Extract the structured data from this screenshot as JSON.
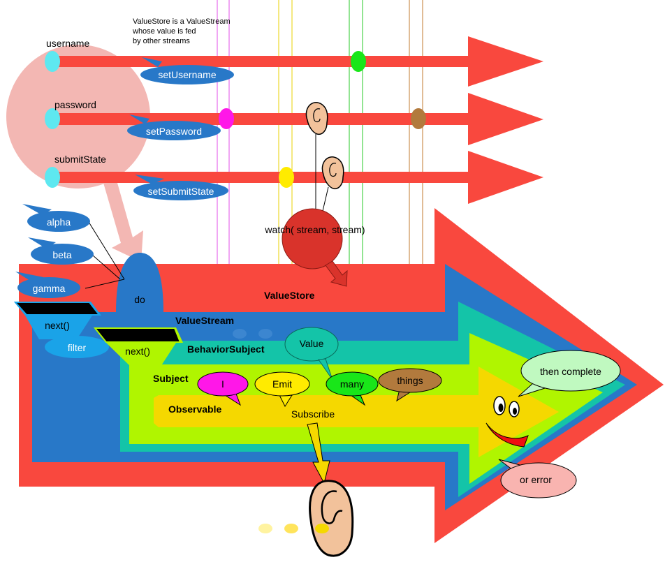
{
  "note": {
    "line1": "ValueStore is a ValueStream",
    "line2": "whose value is fed",
    "line3": "by other streams"
  },
  "streams": [
    {
      "label": "username",
      "setter": "setUsername"
    },
    {
      "label": "password",
      "setter": "setPassword"
    },
    {
      "label": "submitState",
      "setter": "setSubmitState"
    }
  ],
  "layers": {
    "value_store": "ValueStore",
    "value_stream": "ValueStream",
    "behavior_subject": "BehaviorSubject",
    "subject": "Subject",
    "observable": "Observable"
  },
  "operators": {
    "alpha": "alpha",
    "beta": "beta",
    "gamma": "gamma",
    "do": "do",
    "filter": "filter",
    "next_outer": "next()",
    "next_inner": "next()"
  },
  "watch": "watch( stream, stream)",
  "value_bubble": "Value",
  "speech": {
    "i": "I",
    "emit": "Emit",
    "many": "many",
    "things": "things",
    "then_complete": "then complete",
    "or_error": "or error"
  },
  "subscribe": "Subscribe",
  "colors": {
    "red": "#f9483e",
    "blue": "#2878c8",
    "teal": "#14c4a8",
    "lime": "#b0f500",
    "yellow": "#f5d800",
    "pink_circle": "#f3b7b3",
    "cyan_dot": "#5ee8f0",
    "green_dot": "#19e619",
    "magenta_dot": "#ff17e8",
    "brown_dot": "#b27a3d",
    "yellow_dot": "#ffeb00"
  }
}
